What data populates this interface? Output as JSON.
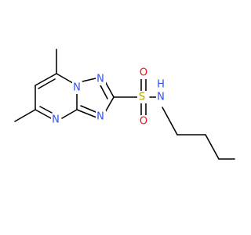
{
  "molecule": {
    "atoms": [
      {
        "id": "n-aromatic-1",
        "symbol": "N",
        "element": "N"
      },
      {
        "id": "n-aromatic-2",
        "symbol": "N",
        "element": "N"
      },
      {
        "id": "n-aromatic-3",
        "symbol": "N",
        "element": "N"
      },
      {
        "id": "n-aromatic-4",
        "symbol": "N",
        "element": "N"
      },
      {
        "id": "s-sulfonyl",
        "symbol": "S",
        "element": "S"
      },
      {
        "id": "o-upper",
        "symbol": "O",
        "element": "O"
      },
      {
        "id": "o-lower",
        "symbol": "O",
        "element": "O"
      },
      {
        "id": "nh-amide",
        "symbol": "N",
        "element": "N"
      },
      {
        "id": "h-amide",
        "symbol": "H",
        "element": "N"
      }
    ],
    "colors": {
      "N": "#3050f8",
      "S": "#b2a200",
      "O": "#ff0d0d",
      "bond": "#000000",
      "background": "#ffffff"
    }
  }
}
